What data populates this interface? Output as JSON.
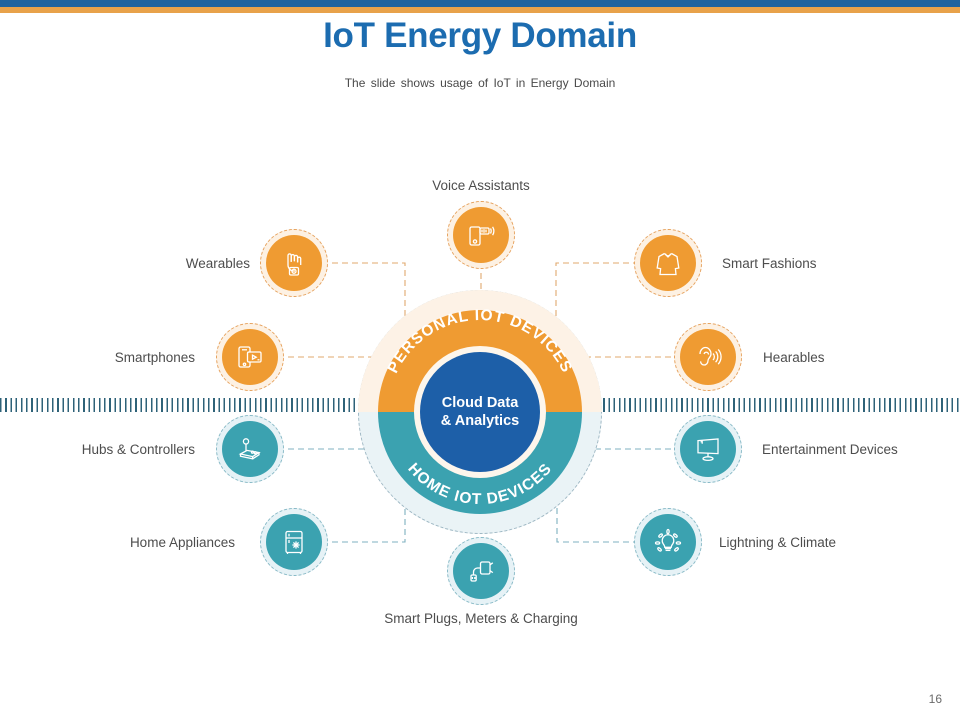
{
  "theme": {
    "accent_blue": "#1c6cb0",
    "accent_orange": "#ef9b32",
    "accent_teal": "#3ba2b0",
    "core_blue": "#1d5fa8",
    "bar_blue": "#1f639f",
    "bar_orange": "#e8a24a"
  },
  "header": {
    "title": "IoT Energy Domain",
    "subtitle": "The slide shows usage of IoT in Energy Domain"
  },
  "hub": {
    "core_line1": "Cloud Data",
    "core_line2": "& Analytics",
    "arc_top": "PERSONAL IOT DEVICES",
    "arc_bottom": "HOME IOT DEVICES"
  },
  "nodes": [
    {
      "id": "voice-assistants",
      "label": "Voice Assistants",
      "group": "personal",
      "icon": "voice-assistant-icon"
    },
    {
      "id": "wearables",
      "label": "Wearables",
      "group": "personal",
      "icon": "smartwatch-hand-icon"
    },
    {
      "id": "smartphones",
      "label": "Smartphones",
      "group": "personal",
      "icon": "smartphone-tablet-icon"
    },
    {
      "id": "smart-fashions",
      "label": "Smart Fashions",
      "group": "personal",
      "icon": "shirt-icon"
    },
    {
      "id": "hearables",
      "label": "Hearables",
      "group": "personal",
      "icon": "ear-sound-icon"
    },
    {
      "id": "hubs-controllers",
      "label": "Hubs & Controllers",
      "group": "home",
      "icon": "joystick-controller-icon"
    },
    {
      "id": "home-appliances",
      "label": "Home Appliances",
      "group": "home",
      "icon": "refrigerator-icon"
    },
    {
      "id": "smart-plugs",
      "label": "Smart Plugs, Meters & Charging",
      "group": "home",
      "icon": "power-plug-icon"
    },
    {
      "id": "entertainment",
      "label": "Entertainment  Devices",
      "group": "home",
      "icon": "monitor-icon"
    },
    {
      "id": "lightning-climate",
      "label": "Lightning & Climate",
      "group": "home",
      "icon": "lightbulb-icon"
    }
  ],
  "footer": {
    "page_number": "16"
  }
}
